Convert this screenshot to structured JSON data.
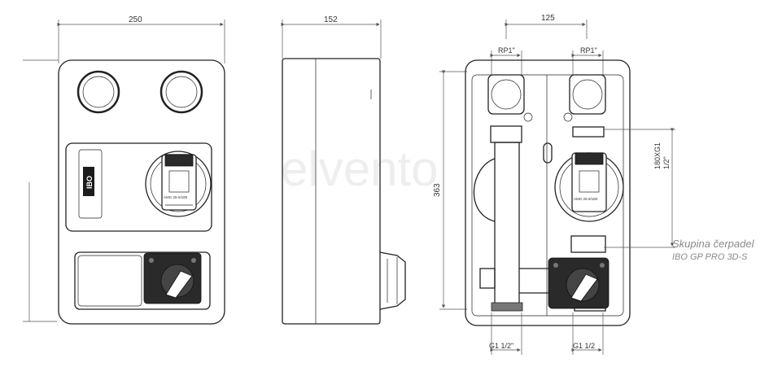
{
  "dimensions": {
    "front_width": "250",
    "side_depth": "152",
    "pipe_spacing": "125",
    "height": "363",
    "pump_length": "180XG1",
    "pump_connection": "1/2\"",
    "top_connection_left": "RP1\"",
    "top_connection_right": "RP1\"",
    "bottom_connection_left": "G1 1/2\"",
    "bottom_connection_right": "G1 1/2"
  },
  "logo_text": "IBO",
  "pump_label": "AMG 25-6/180",
  "watermark": "elvento",
  "caption": {
    "title": "Skupina čerpadel",
    "subtitle": "IBO GP PRO 3D-S"
  }
}
